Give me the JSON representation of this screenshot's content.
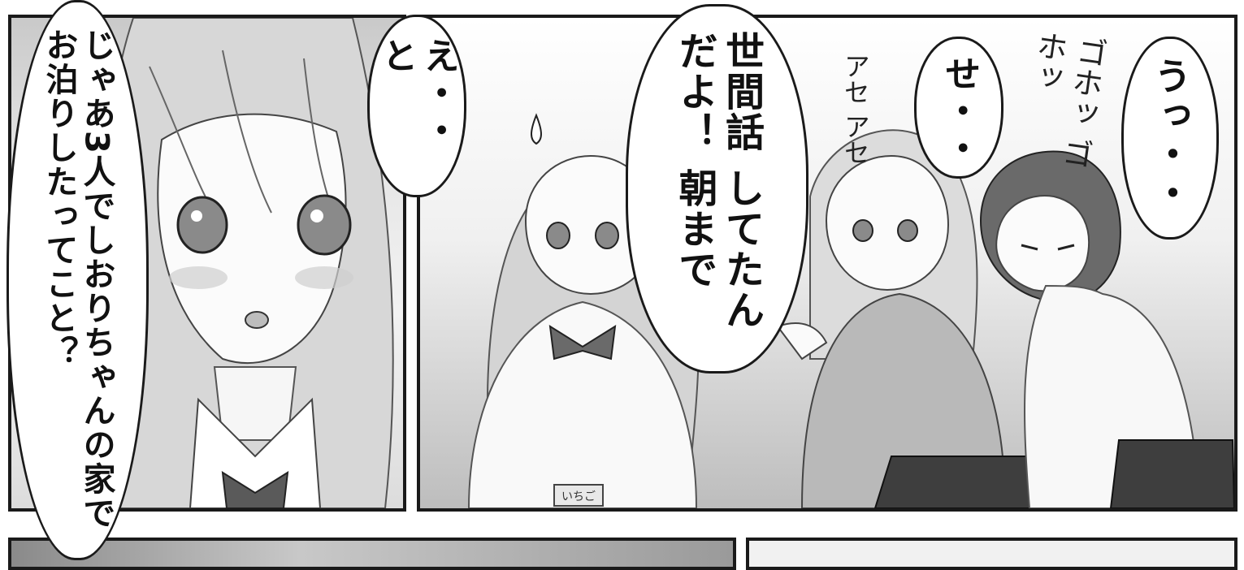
{
  "bubbles": {
    "question": "じゃあ3人でしおりちゃんの家でお泊りしたってこと？",
    "hesitate": "え・・と",
    "chatted": "世間話 してたんだよ！ 朝まで",
    "se": "せ・・",
    "u": "うっ・・"
  },
  "sfx": {
    "ase": "アセ アセ",
    "gohot": "ゴホッ ゴホッ"
  },
  "label": {
    "tag": "いちご"
  }
}
